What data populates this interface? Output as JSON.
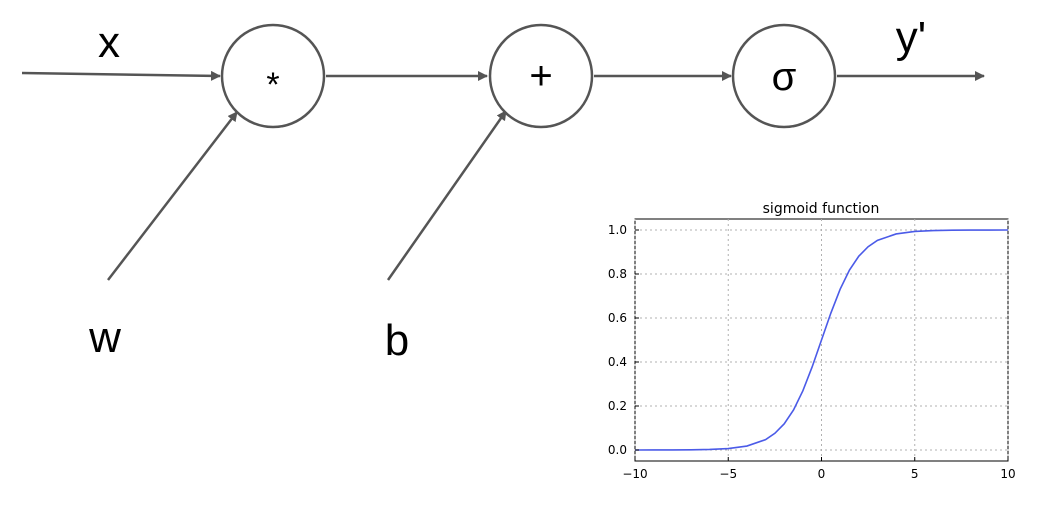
{
  "diagram": {
    "input_x": "x",
    "input_w": "w",
    "input_b": "b",
    "output": "y'",
    "node_multiply": "*",
    "node_add": "+",
    "node_sigmoid": "σ",
    "edge_color": "#555555"
  },
  "chart_data": {
    "type": "line",
    "title": "sigmoid function",
    "xlabel": "",
    "ylabel": "",
    "xlim": [
      -10,
      10
    ],
    "ylim": [
      -0.05,
      1.05
    ],
    "xticks": [
      -10,
      -5,
      0,
      5,
      10
    ],
    "xtick_labels": [
      "−10",
      "−5",
      "0",
      "5",
      "10"
    ],
    "yticks": [
      0.0,
      0.2,
      0.4,
      0.6,
      0.8,
      1.0
    ],
    "ytick_labels": [
      "0.0",
      "0.2",
      "0.4",
      "0.6",
      "0.8",
      "1.0"
    ],
    "grid": true,
    "series": [
      {
        "color": "#4b5be8",
        "x": [
          -10,
          -9,
          -8,
          -7,
          -6,
          -5,
          -4,
          -3,
          -2.5,
          -2,
          -1.5,
          -1,
          -0.5,
          0,
          0.5,
          1,
          1.5,
          2,
          2.5,
          3,
          4,
          5,
          6,
          7,
          8,
          9,
          10
        ],
        "y": [
          5e-05,
          0.0001,
          0.0003,
          0.0009,
          0.0025,
          0.0067,
          0.018,
          0.047,
          0.076,
          0.119,
          0.182,
          0.269,
          0.378,
          0.5,
          0.622,
          0.731,
          0.818,
          0.881,
          0.924,
          0.953,
          0.982,
          0.9933,
          0.9975,
          0.9991,
          0.9997,
          0.9999,
          0.99995
        ]
      }
    ]
  }
}
